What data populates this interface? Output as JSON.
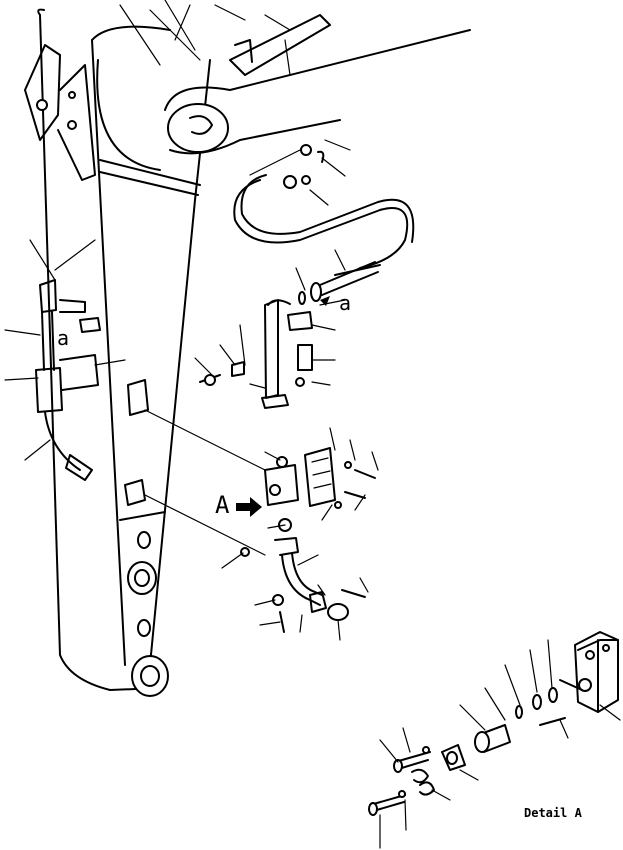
{
  "labels": {
    "view_marker_small_right": "a",
    "view_marker_small_left": "a",
    "view_marker_large": "A",
    "detail_caption": "Detail A"
  }
}
